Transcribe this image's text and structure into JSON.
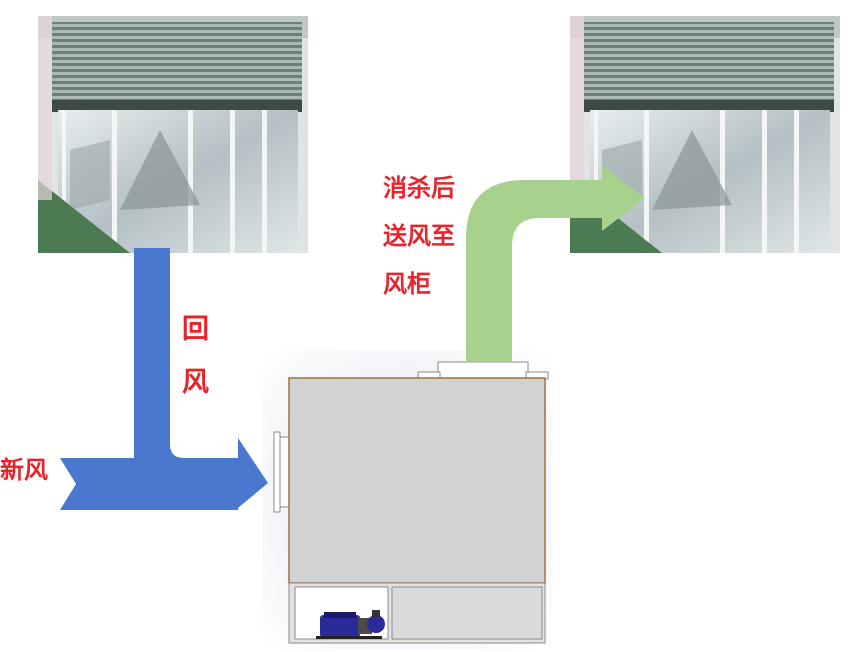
{
  "labels": {
    "return_air_top": "回",
    "return_air_bottom": "风",
    "fresh_air": "新风",
    "sterilized_line1": "消杀后",
    "sterilized_line2": "送风至",
    "sterilized_line3": "风柜"
  },
  "icons": {
    "left_photo": "air-handling-unit-photo",
    "right_photo": "air-handling-unit-photo",
    "machine": "sterilizer-cabinet",
    "pump": "pump-motor-icon"
  },
  "colors": {
    "text_red": "#e8232a",
    "return_arrow": "#4a78cf",
    "supply_arrow": "#a9d18e",
    "machine_body": "#d0d0d0",
    "machine_outline": "#a0723a",
    "pump_blue": "#2a2a9a"
  }
}
